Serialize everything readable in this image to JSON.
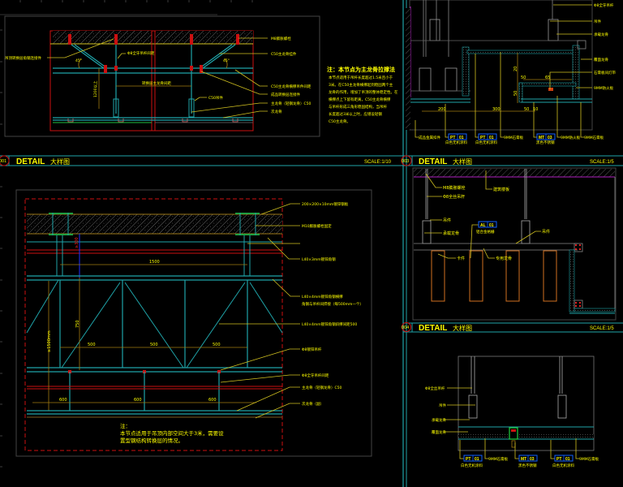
{
  "colors": {
    "background": "#000000",
    "annotation": "#ffff00",
    "structure": "#1fa3a8",
    "section_cut": "#cc1010",
    "dimension": "#a07a10",
    "gray": "#9a9a9a",
    "magenta": "#b020c0",
    "orange": "#d07020",
    "blue_tag": "#1060ff"
  },
  "title_bars": [
    {
      "number": "001",
      "title": "DETAIL",
      "subtitle": "大样图",
      "scale": "SCALE:1/10"
    },
    {
      "number": "003",
      "title": "DETAIL",
      "subtitle": "大样图",
      "scale": "SCALE:1/5"
    },
    {
      "number": "004",
      "title": "DETAIL",
      "subtitle": "大样图",
      "scale": "SCALE:1/5"
    }
  ],
  "detail_1": {
    "labels_right": [
      "M8膨胀螺栓",
      "C50主龙骨挂件",
      "C50主龙骨横撑吊件间距",
      "成品转换层连接件",
      "主龙骨（轻钢龙骨）C50",
      "次龙骨"
    ],
    "labels_left": [
      "吊顶转换层角钢连接件"
    ],
    "labels_center": [
      "Φ8全牙吊杆间距",
      "C50吊件"
    ],
    "dim_span": "转换层主龙骨间距",
    "dim_vertical": "1200以上",
    "dim_angle_left": "45°",
    "dim_angle_right": "45°",
    "note_title": "注：本节点为主龙骨拉撑法",
    "note_lines": [
      "本节点适用于吊杆长度超过1.5米且小于",
      "3米。在C50主龙骨横撑起到稳固两个主",
      "龙骨的作用，增加了吊顶的整体稳定性。在",
      "横撑点上下留有距离，C50主龙骨横撑",
      "与吊杆形成三角形稳固结构，当吊杆",
      "长度超过3米以上时，应增设轻钢",
      "C50主龙骨。"
    ]
  },
  "detail_2": {
    "labels_right": [
      "200×200×10mm镀锌钢板",
      "M10膨胀螺栓固定",
      "L40×3mm镀锌角钢",
      "L40×4mm镀锌角钢横撑",
      "角钢与吊杆间焊接（每500mm一个）",
      "L40×4mm镀锌角钢斜撑间距500",
      "Φ8镀锌吊杆",
      "Φ8全牙吊杆间距",
      "主龙骨（轻钢龙骨）C50",
      "次龙骨（副）"
    ],
    "dims": {
      "top_span": "1500",
      "vertical_left": "≥1500mm",
      "vertical_inner": "750",
      "red_mark": "≥300",
      "truss_spacing": [
        "500",
        "500",
        "500"
      ],
      "bottom_spacing": [
        "600",
        "600",
        "600"
      ]
    },
    "note_title": "注：",
    "note_lines": [
      "本节点适用于吊顶内部空间大于3米，需要设",
      "置型钢结构转换层的情况。"
    ]
  },
  "detail_top_right": {
    "labels_right": [
      "Φ8全牙吊杆",
      "吊件",
      "承载龙骨",
      "覆面龙骨",
      "石膏板间灯带",
      "9MM防火板"
    ],
    "bottom_labels": [
      "成品金属扣件",
      "白色无机涂料",
      "白色无机涂料",
      "9MM石膏板",
      "黑色不锈钢",
      "9MM防火板",
      "9MM石膏板"
    ],
    "tags": [
      {
        "code": "PT",
        "num": "01"
      },
      {
        "code": "PT",
        "num": "01"
      },
      {
        "code": "MT",
        "num": "03"
      }
    ],
    "dims": [
      "200",
      "300",
      "50",
      "10",
      "50",
      "65",
      "20",
      "50"
    ]
  },
  "detail_3": {
    "labels": [
      "M8膨胀螺栓",
      "Φ8全丝吊杆",
      "吊件",
      "承载龙骨",
      "卡件",
      "吊件",
      "专用龙骨",
      "铝合金格栅",
      "建筑楼板"
    ],
    "tag": {
      "code": "AL",
      "num": "01"
    }
  },
  "detail_4": {
    "labels_left": [
      "Φ8全丝吊杆",
      "吊件",
      "承载龙骨",
      "覆面龙骨"
    ],
    "bottom_labels": [
      "白色无机涂料",
      "9MM石膏板",
      "黑色不锈钢",
      "白色无机涂料",
      "9MM石膏板"
    ],
    "tags": [
      {
        "code": "PT",
        "num": "01"
      },
      {
        "code": "MT",
        "num": "03"
      },
      {
        "code": "PT",
        "num": "01"
      }
    ]
  }
}
